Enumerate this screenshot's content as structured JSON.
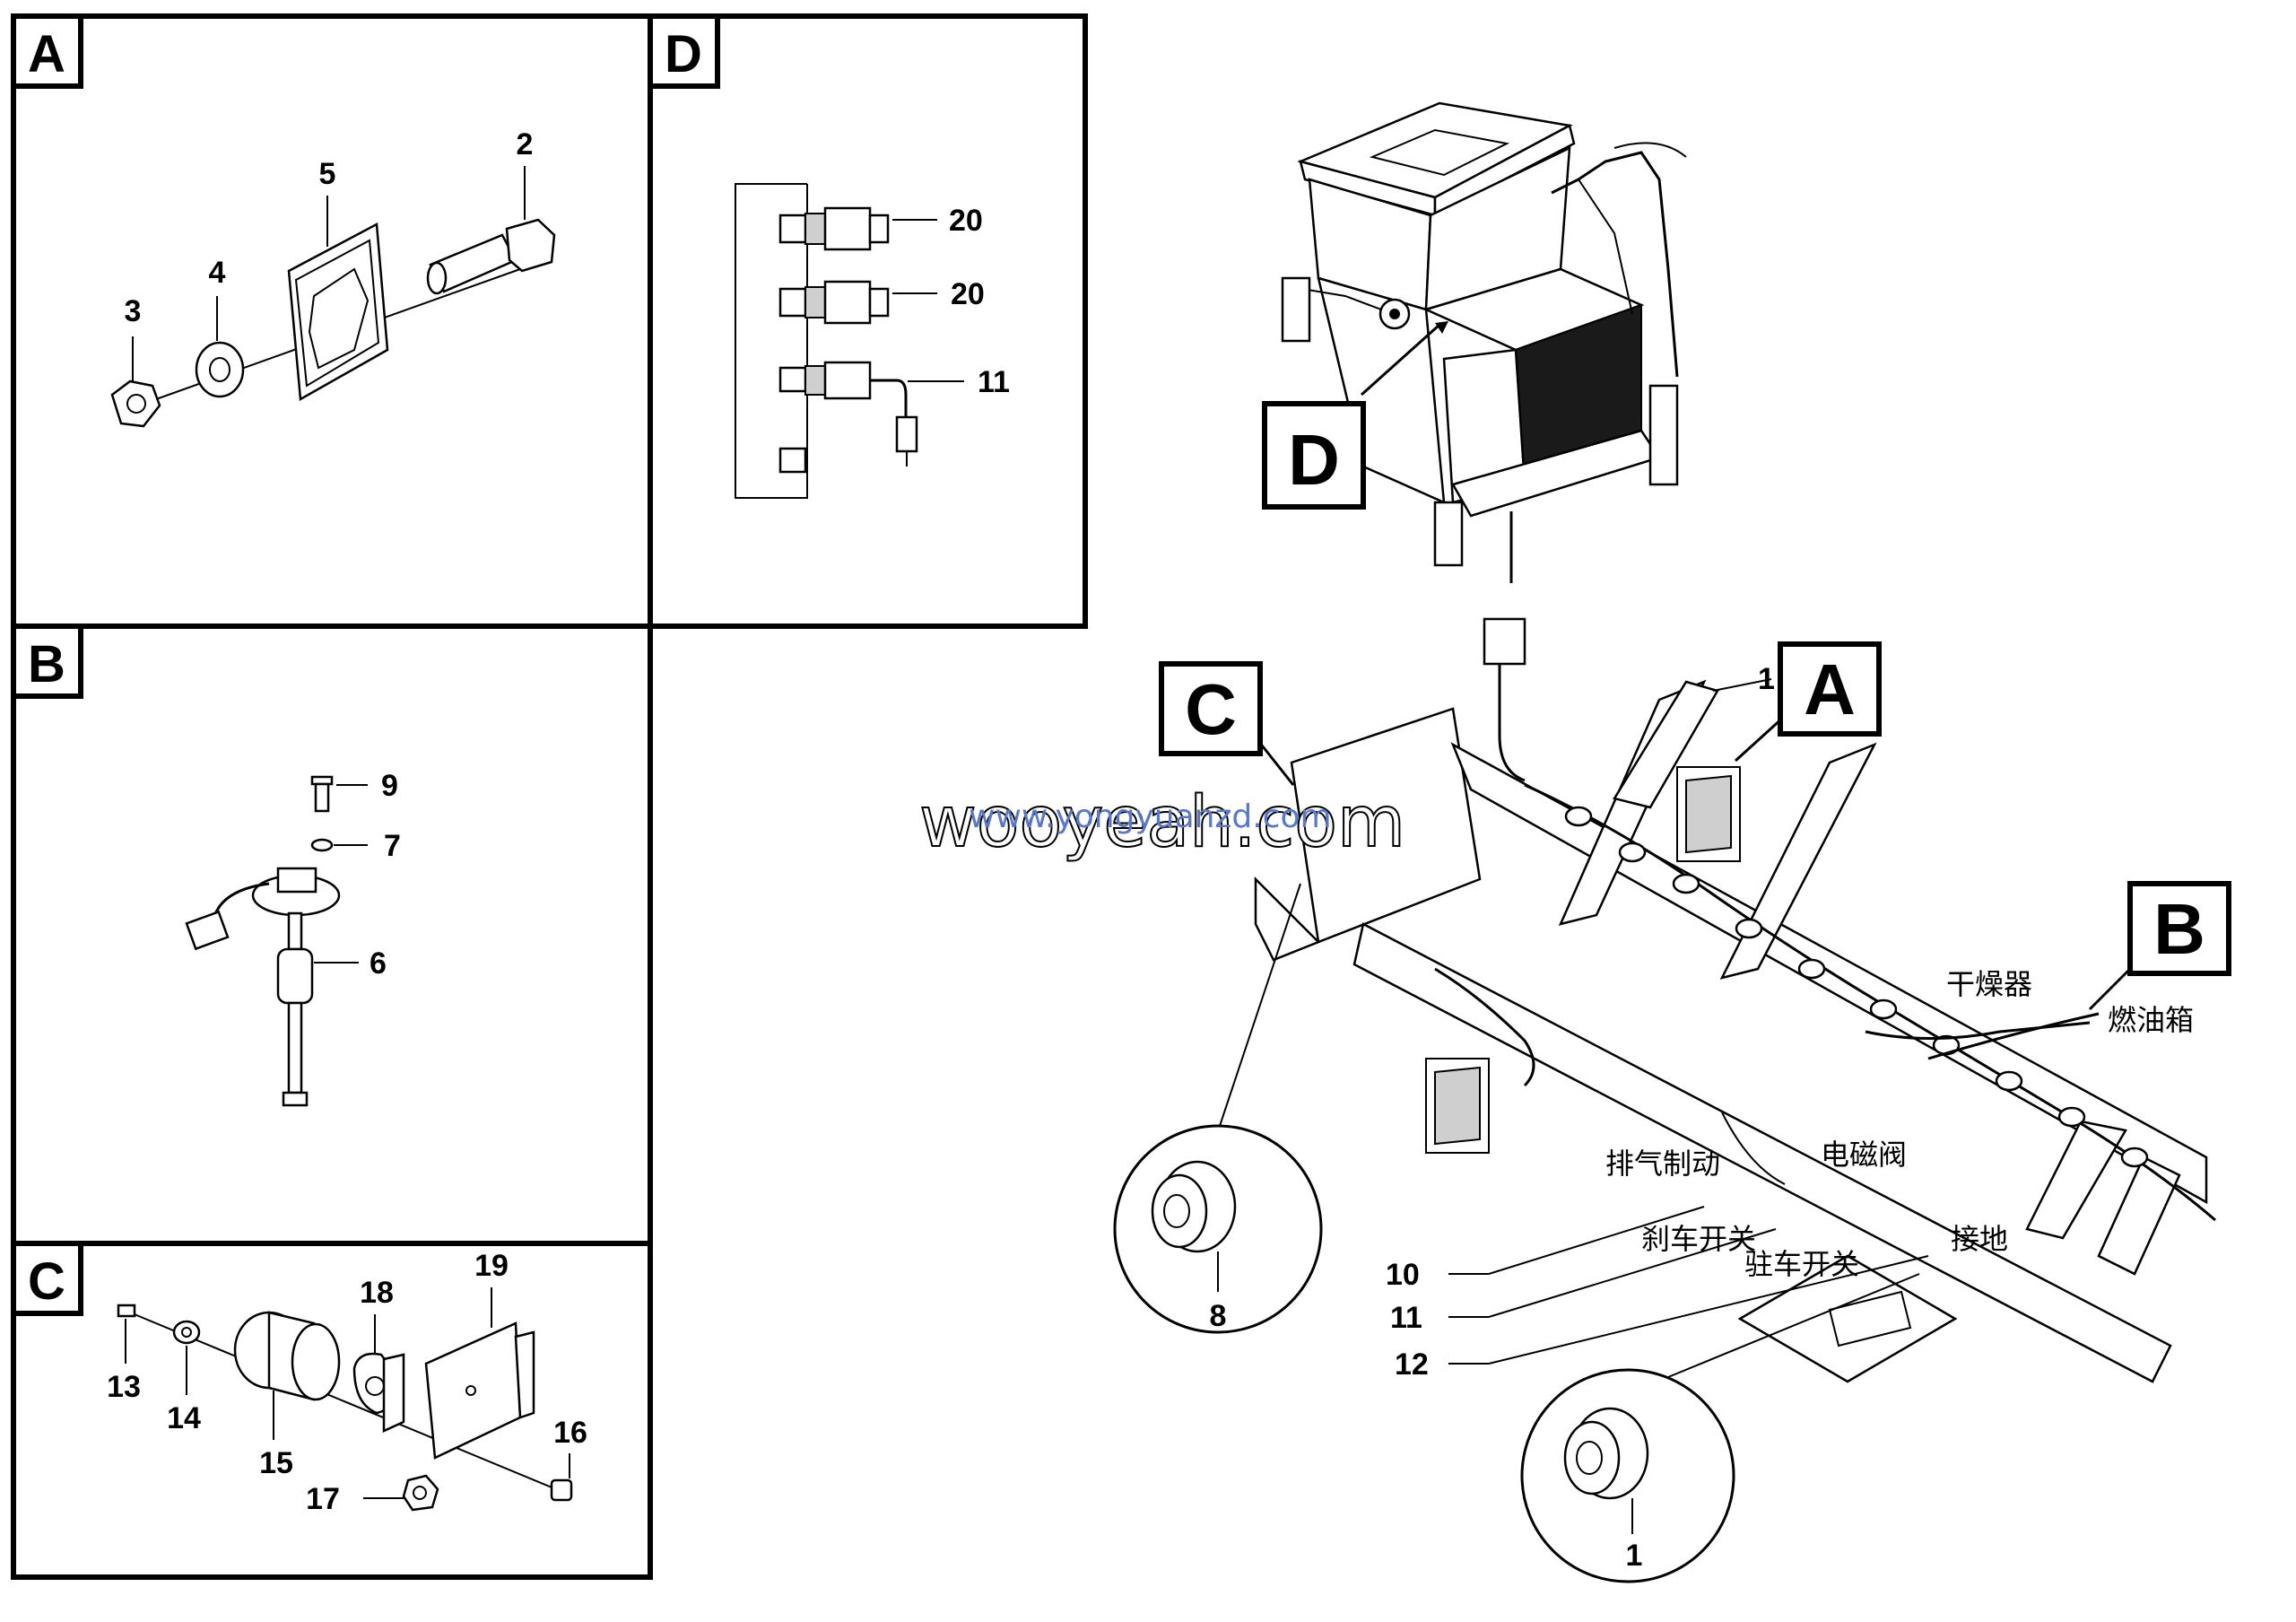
{
  "panels": {
    "a": {
      "letter": "A"
    },
    "b": {
      "letter": "B"
    },
    "c": {
      "letter": "C"
    },
    "d": {
      "letter": "D"
    }
  },
  "callouts": {
    "main_d": "D",
    "main_c": "C",
    "main_a": "A",
    "main_b": "B"
  },
  "part_numbers": {
    "a_2": "2",
    "a_3": "3",
    "a_4": "4",
    "a_5": "5",
    "b_9": "9",
    "b_7": "7",
    "b_6": "6",
    "c_13": "13",
    "c_14": "14",
    "c_15": "15",
    "c_16": "16",
    "c_17": "17",
    "c_18": "18",
    "c_19": "19",
    "d_20a": "20",
    "d_20b": "20",
    "d_11": "11",
    "m_1_top": "1",
    "m_1_detail": "1",
    "m_8": "8",
    "m_10": "10",
    "m_11": "11",
    "m_12": "12"
  },
  "chinese_labels": {
    "dryer": "干燥器",
    "fuel_tank": "燃油箱",
    "exhaust_brake": "排气制动",
    "solenoid_valve": "电磁阀",
    "brake_switch": "刹车开关",
    "parking_switch": "驻车开关",
    "ground": "接地"
  },
  "watermark": {
    "text1": "wooyeah.com",
    "text2": "www.yongyuanzd.com"
  }
}
